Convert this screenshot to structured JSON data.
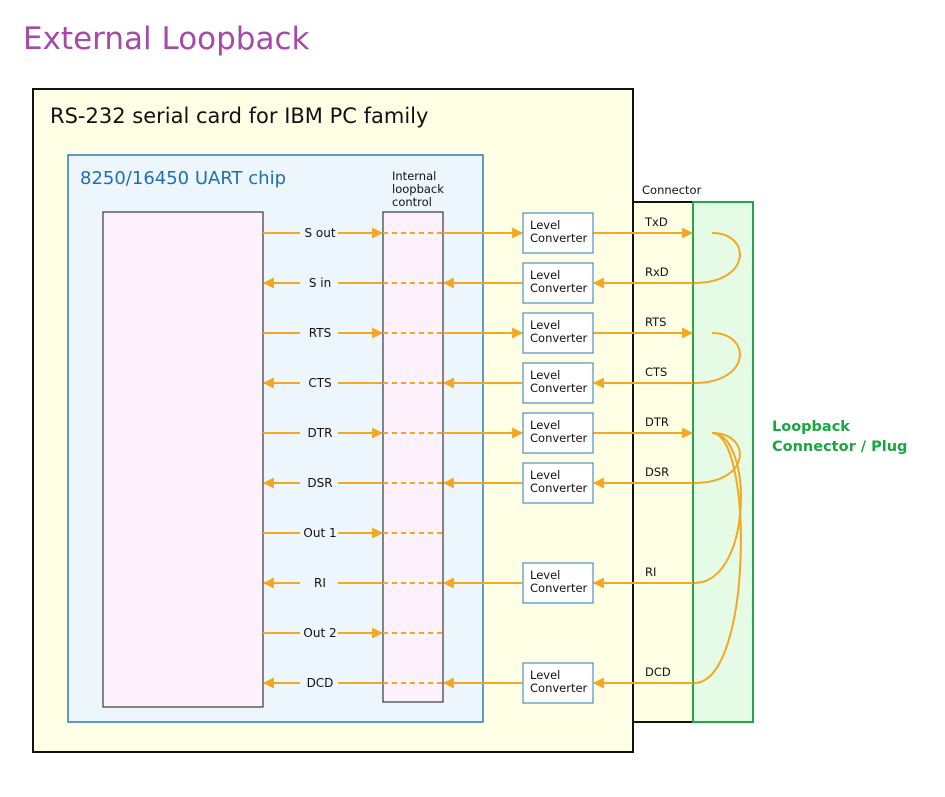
{
  "title": "External Loopback",
  "card_title": "RS-232 serial card for IBM PC family",
  "uart_title": "8250/16450 UART chip",
  "loopback_control": [
    "Internal",
    "loopback",
    "control"
  ],
  "connector_label": "Connector",
  "plug_label": [
    "Loopback",
    "Connector / Plug"
  ],
  "level_converter": [
    "Level",
    "Converter"
  ],
  "signals": [
    {
      "name": "S out",
      "dir": "out",
      "ext": "TxD"
    },
    {
      "name": "S in",
      "dir": "in",
      "ext": "RxD"
    },
    {
      "name": "RTS",
      "dir": "out",
      "ext": "RTS"
    },
    {
      "name": "CTS",
      "dir": "in",
      "ext": "CTS"
    },
    {
      "name": "DTR",
      "dir": "out",
      "ext": "DTR"
    },
    {
      "name": "DSR",
      "dir": "in",
      "ext": "DSR"
    },
    {
      "name": "Out 1",
      "dir": "out",
      "ext": ""
    },
    {
      "name": "RI",
      "dir": "in",
      "ext": "RI"
    },
    {
      "name": "Out 2",
      "dir": "out",
      "ext": ""
    },
    {
      "name": "DCD",
      "dir": "in",
      "ext": "DCD"
    }
  ],
  "loops": [
    [
      "TxD",
      "RxD"
    ],
    [
      "RTS",
      "CTS"
    ],
    [
      "DTR",
      "DSR"
    ],
    [
      "DTR",
      "RI"
    ],
    [
      "DTR",
      "DCD"
    ]
  ],
  "colors": {
    "title": "#a54ba5",
    "uart_title": "#1f6fb0",
    "wire": "#f5a623",
    "card_fill": "#ffffe6",
    "uart_fill": "#edf6fd",
    "uart_border": "#2a7ab8",
    "chip_fill": "#fdf2fb",
    "plug_border": "#22a84a",
    "plug_fill": "#e6fbe6",
    "plug_text": "#1aa640",
    "converter_border": "#2a7ab8"
  }
}
